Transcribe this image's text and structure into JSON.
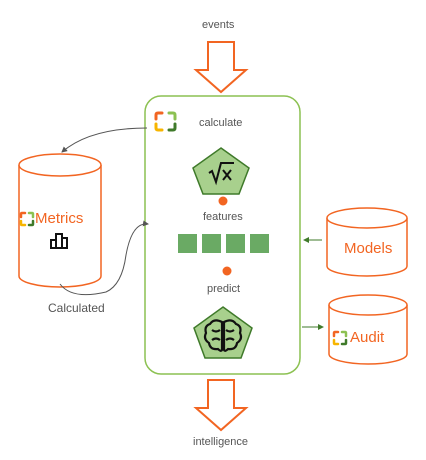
{
  "labels": {
    "events": "events",
    "intelligence": "intelligence",
    "calculate": "calculate",
    "features": "features",
    "predict": "predict",
    "calculated": "Calculated"
  },
  "datastores": {
    "metrics": "Metrics",
    "models": "Models",
    "audit": "Audit"
  },
  "icons": {
    "calculate": "sqrt-x-icon",
    "predict": "brain-icon",
    "metrics": "bar-chart-icon",
    "logo": "bracket-logo-icon"
  },
  "colors": {
    "accent": "#f26522",
    "green_border": "#8cc152",
    "green_fill": "#a8d08d",
    "feature_block": "#6aaa64",
    "dark_green": "#3f7a2a"
  },
  "feature_block_count": 4
}
